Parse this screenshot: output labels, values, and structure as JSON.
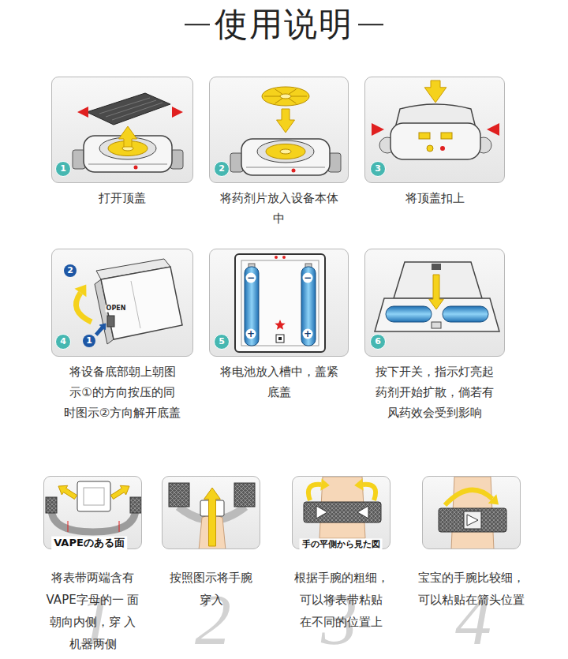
{
  "diagram": {
    "title": "使用说明",
    "nodes": [
      {
        "text": [
          "打开顶盖"
        ]
      },
      {
        "text": [
          "将药剂片放入设备本体 中"
        ]
      },
      {
        "text": [
          "将顶盖扣上"
        ]
      },
      {
        "text": [
          "将设备底部朝上朝图 示①的方向按压的同 时图示②方向解开底盖"
        ]
      },
      {
        "text": [
          "将电池放入槽中，盖紧 底盖"
        ]
      },
      {
        "text": [
          "按下开关，指示灯亮起 药剂开始扩散，倘若有 风药效会受到影响"
        ]
      },
      {
        "text": [
          "将表带两端含有 VAPE字母的一 面朝向内侧，穿 入机器两侧"
        ]
      },
      {
        "text": [
          "按照图示将手腕 穿入"
        ]
      },
      {
        "text": [
          "根据手腕的粗细， 可以将表带粘贴 在不同的位置上"
        ]
      },
      {
        "text": [
          "宝宝的手腕比较细， 可以粘贴在箭头位置"
        ]
      }
    ],
    "labels": [
      "1",
      "2",
      "3",
      "4",
      "5",
      "6",
      "2",
      "1",
      "OPEN",
      "−",
      "+",
      "−",
      "+",
      "VAPEのある面",
      "手の平側から見た図",
      "1",
      "2",
      "3",
      "4"
    ]
  }
}
